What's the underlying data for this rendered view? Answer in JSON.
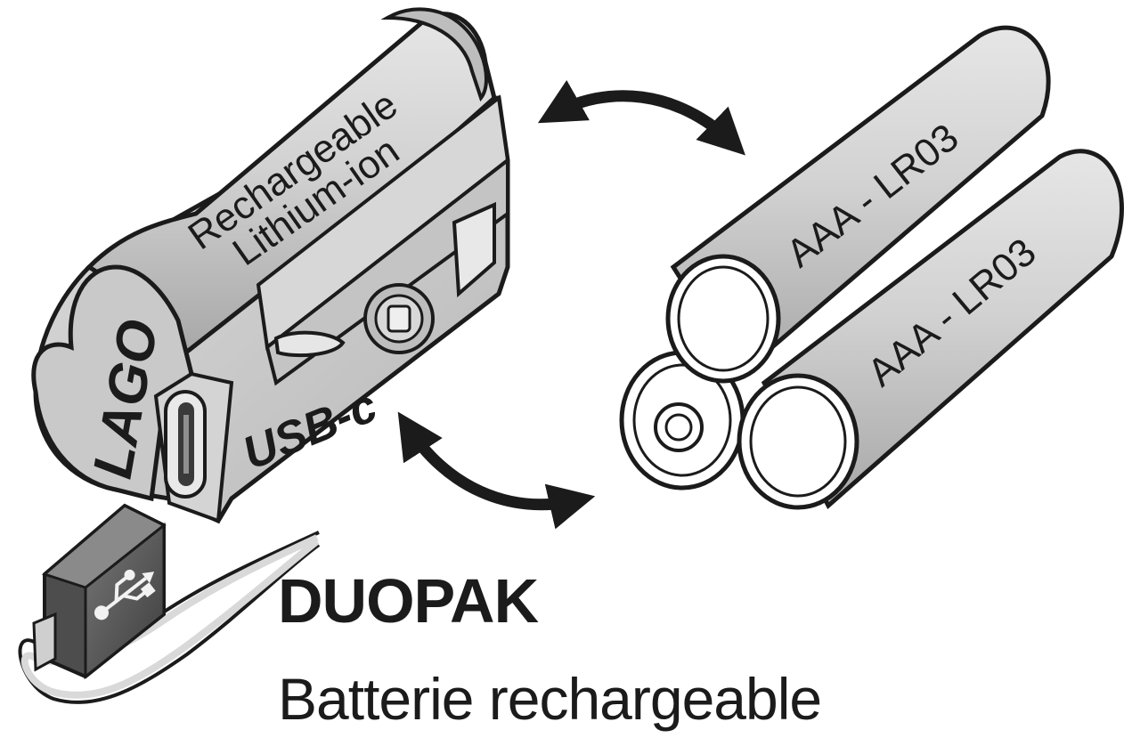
{
  "figure": {
    "pack_label_line1": "Rechargeable",
    "pack_label_line2": "Lithium-ion",
    "brand_logo": "LAGO",
    "port_label": "USB-c",
    "battery_label_1": "AAA - LR03",
    "battery_label_2": "AAA - LR03",
    "title": "DUOPAK",
    "subtitle": "Batterie rechargeable"
  },
  "icons": {
    "usb": "usb-icon",
    "arrow": "double-arrow-icon"
  },
  "colors": {
    "ink": "#1b1b1b",
    "body_grey": "#cfcfcf",
    "shade_grey": "#a9a9a9",
    "connector_dark": "#555555",
    "background": "#ffffff"
  }
}
